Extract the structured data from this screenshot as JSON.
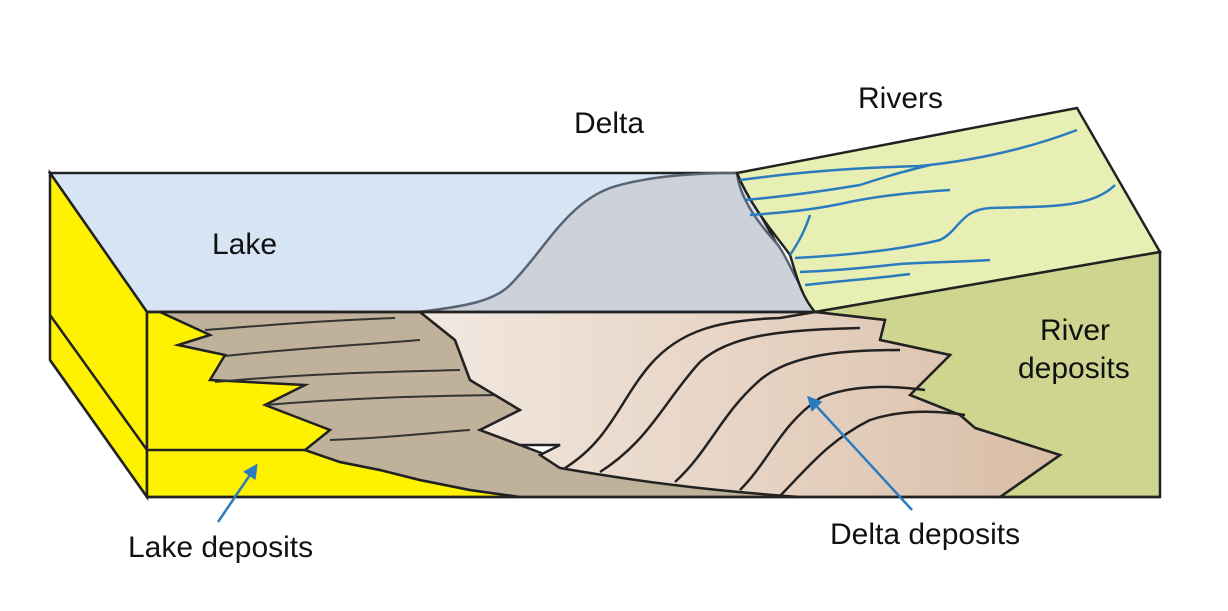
{
  "labels": {
    "delta": "Delta",
    "rivers": "Rivers",
    "lake": "Lake",
    "river_deposits_line1": "River",
    "river_deposits_line2": "deposits",
    "lake_deposits": "Lake deposits",
    "delta_deposits": "Delta deposits"
  },
  "colors": {
    "lake_water": "#d7e4f4",
    "delta_surface": "#cdd2da",
    "river_plain": "#e8efb4",
    "river_deposits": "#cdd58f",
    "lake_deposits": "#fff200",
    "delta_deposits_dark": "#bfb19a",
    "delta_deposits_light": "#efe3da",
    "river_lines": "#2b7bbf",
    "arrow": "#2b7bbf"
  },
  "icons": {
    "lake_deposits_pointer": "arrow-icon",
    "delta_deposits_pointer": "arrow-icon"
  }
}
